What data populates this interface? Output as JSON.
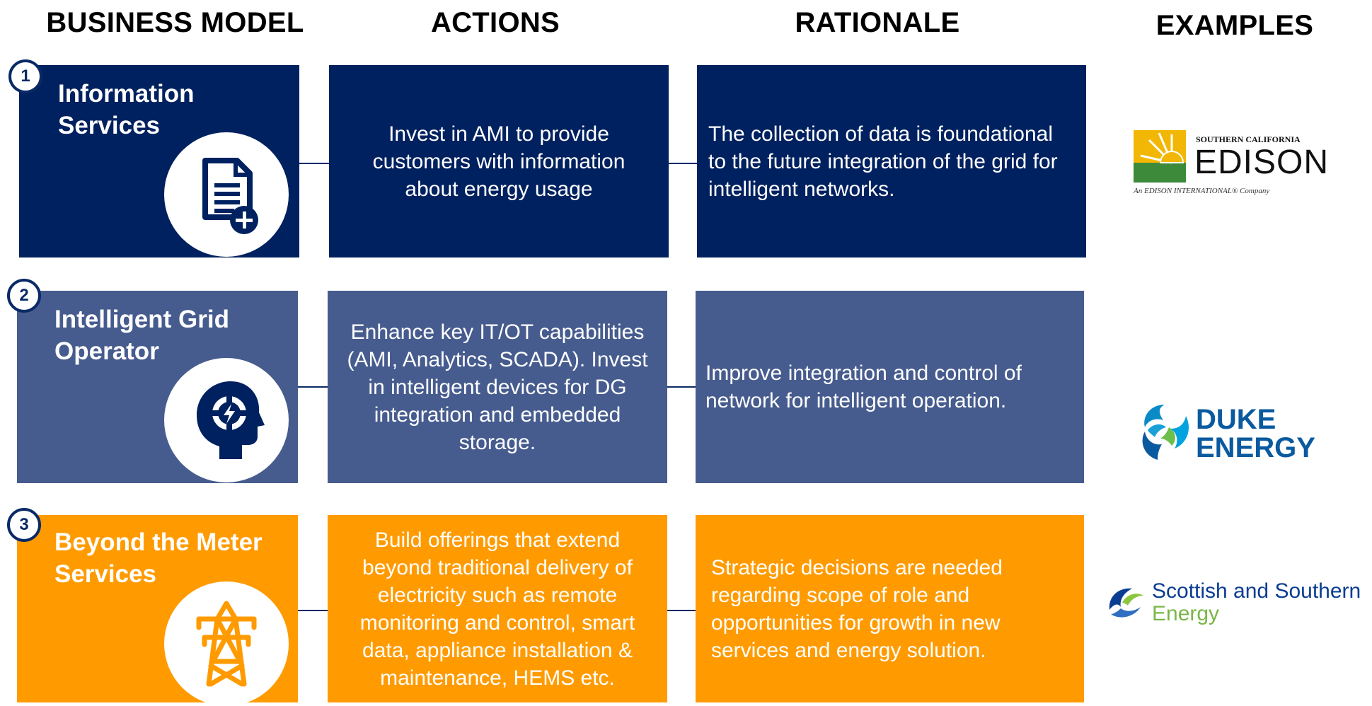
{
  "headers": {
    "business_model": "BUSINESS MODEL",
    "actions": "ACTIONS",
    "rationale": "RATIONALE",
    "examples": "EXAMPLES"
  },
  "rows": [
    {
      "number": "1",
      "title_line1": "Information",
      "title_line2": "Services",
      "icon": "document-add-icon",
      "color": "#00215f",
      "actions": "Invest in AMI to provide customers with information about energy usage",
      "rationale": "The collection of data is foundational to the future integration of the grid for intelligent networks."
    },
    {
      "number": "2",
      "title_line1": "Intelligent Grid",
      "title_line2": "Operator",
      "icon": "head-gear-icon",
      "color": "#475c8e",
      "actions": "Enhance key IT/OT capabilities (AMI, Analytics, SCADA). Invest in intelligent devices for DG integration and embedded storage.",
      "rationale": "Improve integration and control of network for intelligent operation."
    },
    {
      "number": "3",
      "title_line1": "Beyond the Meter",
      "title_line2": "Services",
      "icon": "power-tower-icon",
      "color": "#ff9b00",
      "actions": "Build offerings that extend beyond traditional delivery of electricity such as remote monitoring and control, smart data, appliance installation & maintenance, HEMS etc.",
      "rationale": "Strategic decisions are needed regarding scope of role and opportunities for growth in new services and energy solution."
    }
  ],
  "examples": {
    "edison": {
      "top": "SOUTHERN CALIFORNIA",
      "name": "EDISON",
      "tagline": "An EDISON INTERNATIONAL® Company"
    },
    "duke": {
      "line1": "DUKE",
      "line2": "ENERGY"
    },
    "sse": {
      "line1": "Scottish and Southern",
      "line2": "Energy"
    }
  },
  "connector_color": "#0a2a66"
}
